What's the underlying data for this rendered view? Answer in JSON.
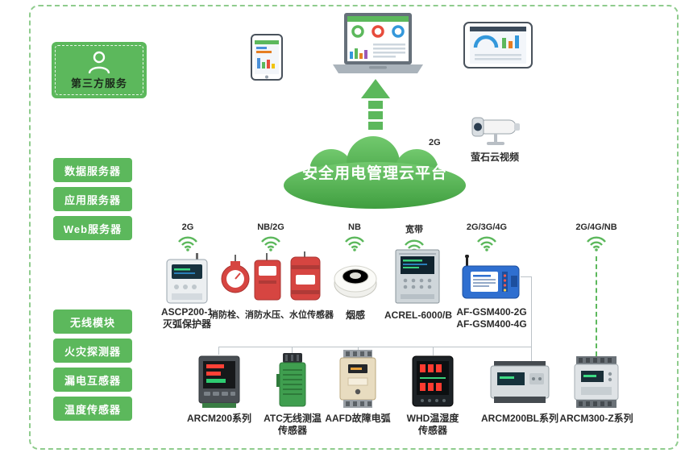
{
  "colors": {
    "green": "#5cb85c",
    "cloud_green": "#4aa64a",
    "red_device": "#d64541",
    "blue_device": "#2f6fd0"
  },
  "third_party": {
    "label": "第三方服务"
  },
  "servers": [
    {
      "label": "数据服务器"
    },
    {
      "label": "应用服务器"
    },
    {
      "label": "Web服务器"
    }
  ],
  "modules": [
    {
      "label": "无线模块"
    },
    {
      "label": "火灾探测器"
    },
    {
      "label": "漏电互感器"
    },
    {
      "label": "温度传感器"
    }
  ],
  "cloud": {
    "label": "安全用电管理云平台"
  },
  "camera": {
    "network": "2G",
    "caption": "萤石云视频"
  },
  "uplinks": [
    {
      "network": "2G"
    },
    {
      "network": "NB/2G"
    },
    {
      "network": "NB"
    },
    {
      "network": "宽带"
    },
    {
      "network": "2G/3G/4G"
    },
    {
      "network": "2G/4G/NB"
    }
  ],
  "middle_devices": [
    {
      "caption": "ASCP200-1\n灭弧保护器"
    },
    {
      "caption": "消防栓、消防水压、水位传感器"
    },
    {
      "caption": "烟感"
    },
    {
      "caption": "ACREL-6000/B"
    },
    {
      "caption": "AF-GSM400-2G\nAF-GSM400-4G"
    }
  ],
  "bottom_devices": [
    {
      "caption": "ARCM200系列"
    },
    {
      "caption": "ATC无线测温\n传感器"
    },
    {
      "caption": "AAFD故障电弧"
    },
    {
      "caption": "WHD温湿度\n传感器"
    },
    {
      "caption": "ARCM200BL系列"
    },
    {
      "caption": "ARCM300-Z系列"
    }
  ]
}
